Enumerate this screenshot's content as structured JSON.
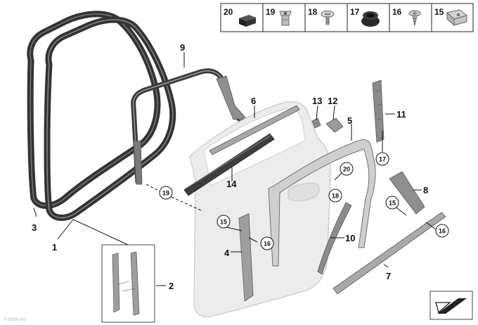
{
  "legend": {
    "items": [
      {
        "num": "20",
        "icon": "grommet-block-icon"
      },
      {
        "num": "19",
        "icon": "expanding-nut-icon"
      },
      {
        "num": "18",
        "icon": "screw-icon"
      },
      {
        "num": "17",
        "icon": "rubber-plug-icon"
      },
      {
        "num": "16",
        "icon": "tapping-screw-icon"
      },
      {
        "num": "15",
        "icon": "clip-nut-icon"
      }
    ]
  },
  "callouts": [
    "1",
    "2",
    "3",
    "4",
    "5",
    "6",
    "7",
    "8",
    "9",
    "10",
    "11",
    "12",
    "13",
    "14"
  ],
  "circled": [
    "15",
    "16",
    "17",
    "18",
    "19",
    "20"
  ],
  "watermark": "© BMW AG",
  "colors": {
    "door": "#ededed",
    "door_edge": "#cfcfcf",
    "seal": "#444444",
    "trim": "#9a9a9a",
    "line": "#111111"
  }
}
